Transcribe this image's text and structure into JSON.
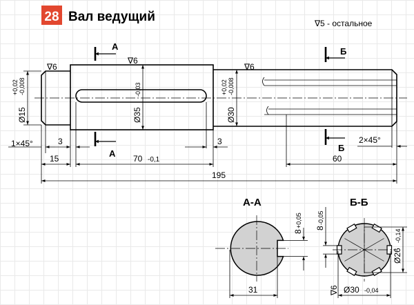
{
  "header": {
    "number": "28",
    "title": "Вал ведущий",
    "roughness_note": "∇5 - остальное",
    "number_bg": "#e2472f"
  },
  "shaft": {
    "d15": "Ø15",
    "d15_tol_top": "+0,02",
    "d15_tol_bot": "-0,008",
    "d35": "Ø35",
    "d35_tol": "-0,03",
    "d30": "Ø30",
    "d30_tol_top": "+0,02",
    "d30_tol_bot": "-0,008",
    "rough_left": "∇6",
    "rough_mid": "∇6",
    "rough_right": "∇6",
    "chamfer_left": "1×45°",
    "chamfer_right": "2×45°",
    "dim_3_left": "3",
    "dim_3_right": "3",
    "dim_15": "15",
    "dim_70": "70",
    "dim_70_tol": "-0,1",
    "dim_60": "60",
    "dim_195": "195",
    "cut_a_top": "А",
    "cut_a_bottom": "А",
    "cut_b_top": "Б",
    "cut_b_bottom": "Б"
  },
  "section_a": {
    "title": "А-А",
    "keyway": "8",
    "keyway_tol": "+0,05",
    "dim_31": "31"
  },
  "section_b": {
    "title": "Б-Б",
    "spline_width": "8",
    "spline_width_tol": "-0,05",
    "d26": "Ø26",
    "d26_tol": "-0,14",
    "d30": "Ø30",
    "d30_tol": "-0,04",
    "rough": "∇6"
  },
  "colors": {
    "accent": "#e2472f",
    "section_fill": "#d2d2d2",
    "line": "#000000"
  }
}
